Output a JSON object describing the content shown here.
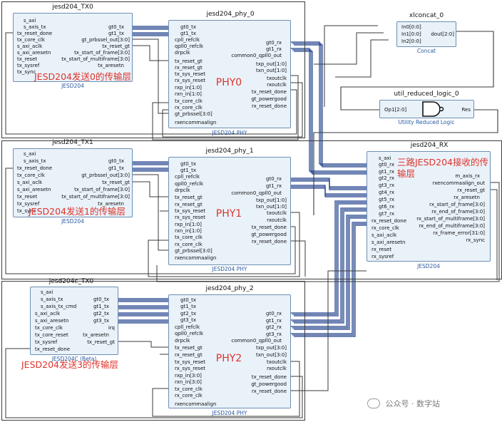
{
  "blocks": {
    "tx0": {
      "title": "jesd204_TX0",
      "footer": "JESD204",
      "left_ports": [
        "s_axi",
        "s_axis_tx",
        "tx_reset_done",
        "tx_core_clk",
        "s_axi_aclk",
        "s_axi_aresetn",
        "tx_reset",
        "tx_sysref",
        "tx_sync"
      ],
      "right_ports": [
        "gt0_tx",
        "gt1_tx",
        "gt_prbssel_out[3:0]",
        "tx_reset_gt",
        "tx_start_of_frame[3:0]",
        "tx_start_of_multiframe[3:0]",
        "tx_aresetn"
      ]
    },
    "tx1": {
      "title": "jesd204_TX1",
      "footer": "JESD204",
      "left_ports": [
        "s_axi",
        "s_axis_tx",
        "tx_reset_done",
        "tx_core_clk",
        "s_axi_aclk",
        "s_axi_aresetn",
        "tx_reset",
        "tx_sysref",
        "tx_sync"
      ],
      "right_ports": [
        "gt0_tx",
        "gt1_tx",
        "gt_prbssel_out[3:0]",
        "tx_reset_gt",
        "tx_start_of_frame[3:0]",
        "tx_start_of_multiframe[3:0]",
        "tx_aresetn"
      ]
    },
    "tx2": {
      "title": "jesd204c_TX0",
      "footer": "JESD204C (Beta)",
      "left_ports": [
        "s_axi",
        "s_axis_tx",
        "s_axis_tx_cmd",
        "s_axi_aclk",
        "s_axi_aresetn",
        "tx_core_clk",
        "tx_core_reset",
        "tx_sysref",
        "tx_reset_done"
      ],
      "right_ports": [
        "gt0_tx",
        "gt1_tx",
        "gt2_tx",
        "gt3_tx",
        "irq",
        "tx_aresetn",
        "tx_reset_gt"
      ]
    },
    "phy0": {
      "title": "jesd204_phy_0",
      "footer": "JESD204 PHY",
      "left_ports": [
        "gt0_tx",
        "gt1_tx",
        "cpll_refclk",
        "qpll0_refclk",
        "drpclk",
        "tx_reset_gt",
        "rx_reset_gt",
        "tx_sys_reset",
        "rx_sys_reset",
        "rxp_in[1:0]",
        "rxn_in[1:0]",
        "tx_core_clk",
        "rx_core_clk",
        "gt_prbssel[3:0]",
        "rxencommaalign"
      ],
      "right_ports": [
        "gt0_rx",
        "gt1_rx",
        "common0_qpll0_out",
        "txp_out[1:0]",
        "txn_out[1:0]",
        "txoutclk",
        "rxoutclk",
        "tx_reset_done",
        "gt_powergood",
        "rx_reset_done"
      ]
    },
    "phy1": {
      "title": "jesd204_phy_1",
      "footer": "JESD204 PHY",
      "left_ports": [
        "gt0_tx",
        "gt1_tx",
        "cpll_refclk",
        "qpll0_refclk",
        "drpclk",
        "tx_reset_gt",
        "rx_reset_gt",
        "tx_sys_reset",
        "rx_sys_reset",
        "rxp_in[1:0]",
        "rxn_in[1:0]",
        "tx_core_clk",
        "rx_core_clk",
        "gt_prbssel[3:0]",
        "rxencommaalign"
      ],
      "right_ports": [
        "gt0_rx",
        "gt1_rx",
        "common0_qpll0_out",
        "txp_out[1:0]",
        "txn_out[1:0]",
        "txoutclk",
        "rxoutclk",
        "tx_reset_done",
        "gt_powergood",
        "rx_reset_done"
      ]
    },
    "phy2": {
      "title": "jesd204_phy_2",
      "footer": "JESD204 PHY",
      "left_ports": [
        "gt0_tx",
        "gt1_tx",
        "gt2_tx",
        "gt3_tx",
        "cpll_refclk",
        "qpll0_refclk",
        "drpclk",
        "tx_reset_gt",
        "rx_reset_gt",
        "tx_sys_reset",
        "rx_sys_reset",
        "rxp_in[3:0]",
        "rxn_in[3:0]",
        "tx_core_clk",
        "rx_core_clk",
        "rxencommaalign"
      ],
      "right_ports": [
        "gt0_rx",
        "gt1_rx",
        "gt2_rx",
        "gt3_rx",
        "common0_qpll0_out",
        "txp_out[3:0]",
        "txn_out[3:0]",
        "txoutclk",
        "rxoutclk",
        "tx_reset_done",
        "gt_powergood",
        "rx_reset_done"
      ]
    },
    "concat": {
      "title": "xlconcat_0",
      "footer": "Concat",
      "left_ports": [
        "In0[0:0]",
        "In1[0:0]",
        "In2[0:0]"
      ],
      "right_ports": [
        "dout[2:0]"
      ]
    },
    "logic": {
      "title": "util_reduced_logic_0",
      "footer": "Utility Reduced Logic",
      "left_ports": [
        "Op1[2:0]"
      ],
      "right_ports": [
        "Res"
      ]
    },
    "rx": {
      "title": "jesd204_RX",
      "footer": "JESD204",
      "left_ports": [
        "s_axi",
        "gt0_rx",
        "gt1_rx",
        "gt2_rx",
        "gt3_rx",
        "gt4_rx",
        "gt5_rx",
        "gt6_rx",
        "gt7_rx",
        "rx_reset_done",
        "rx_core_clk",
        "s_axi_aclk",
        "s_axi_aresetn",
        "rx_reset",
        "rx_sysref"
      ],
      "right_ports": [
        "m_axis_rx",
        "rxencommaalign_out",
        "rx_reset_gt",
        "rx_aresetn",
        "rx_start_of_frame[3:0]",
        "rx_end_of_frame[3:0]",
        "rx_start_of_multiframe[3:0]",
        "rx_end_of_multiframe[3:0]",
        "rx_frame_error[31:0]",
        "rx_sync"
      ]
    }
  },
  "annotations": {
    "tx0": "JESD204发送0的传输层",
    "tx1": "JESD204发送1的传输层",
    "tx2": "JESD204发送3的传输层",
    "rx_line1": "三路JESD204接收的传",
    "rx_line2": "输层",
    "phy0": "PHY0",
    "phy1": "PHY1",
    "phy2": "PHY2"
  },
  "watermark": {
    "text": "公众号 · 数字站"
  },
  "colors": {
    "wire": "#3a3a3a",
    "bus": "#1f3f8a",
    "block_fill": "#e9f2f9",
    "block_border": "#6d8fb3",
    "annotation": "#e0322b",
    "footer": "#2a5aa0"
  }
}
